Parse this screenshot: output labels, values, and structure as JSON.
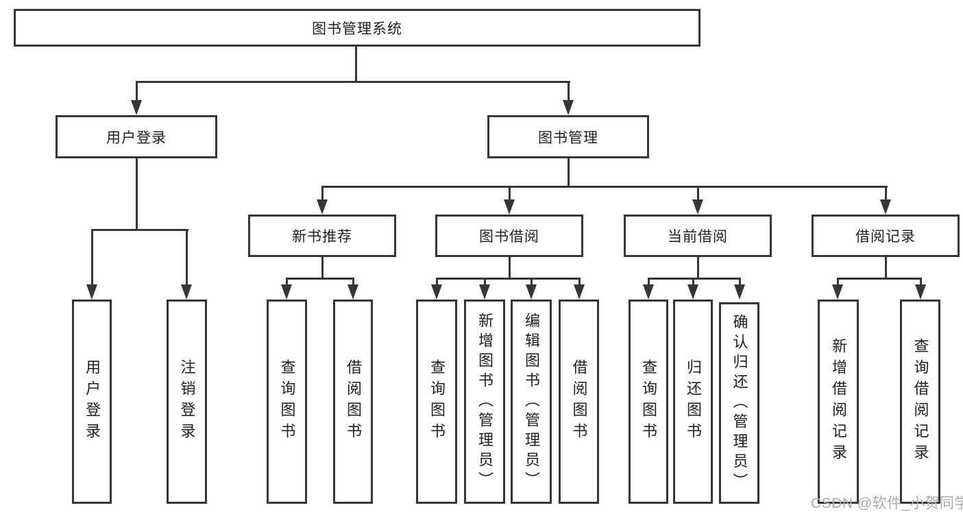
{
  "title": {
    "label": "图书管理系统"
  },
  "nodes": {
    "user_login": {
      "label": "用户登录",
      "children": [
        {
          "label": "用户登录"
        },
        {
          "label": "注销登录"
        }
      ]
    },
    "book_mgmt": {
      "label": "图书管理"
    },
    "new_books": {
      "label": "新书推荐",
      "children": [
        {
          "label": "查询图书"
        },
        {
          "label": "借阅图书"
        }
      ]
    },
    "borrow": {
      "label": "图书借阅",
      "children": [
        {
          "label": "查询图书"
        },
        {
          "label": "新增图书（管理员）"
        },
        {
          "label": "编辑图书（管理员）"
        },
        {
          "label": "借阅图书"
        }
      ]
    },
    "current": {
      "label": "当前借阅",
      "children": [
        {
          "label": "查询图书"
        },
        {
          "label": "归还图书"
        },
        {
          "label": "确认归还（管理员）"
        }
      ]
    },
    "records": {
      "label": "借阅记录",
      "children": [
        {
          "label": "新增借阅记录"
        },
        {
          "label": "查询借阅记录"
        }
      ]
    }
  },
  "watermark": {
    "text": "CSDN @软件_小贺同学"
  },
  "colors": {
    "line": "#363636",
    "text": "#1f1f1f",
    "watermark": "#ababab",
    "background": "#ffffff"
  }
}
